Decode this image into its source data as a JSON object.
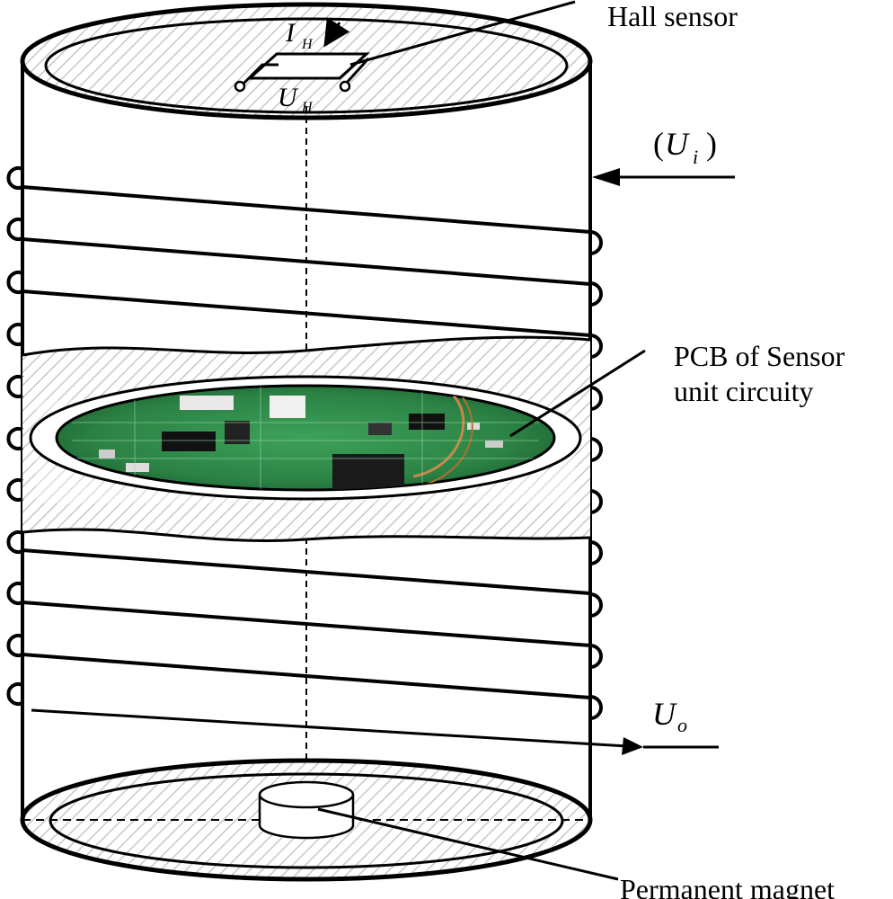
{
  "labels": {
    "hall_sensor": "Hall sensor",
    "pcb_line1": "PCB of Sensor",
    "pcb_line2": "unit circuity",
    "permanent_magnet": "Permanent magnet"
  },
  "symbols": {
    "input_voltage_open": "(",
    "input_voltage_var": "U",
    "input_voltage_sub": "i",
    "input_voltage_close": ")",
    "output_voltage_var": "U",
    "output_voltage_sub": "o",
    "hall_current_var": "I",
    "hall_current_sub": "H",
    "hall_voltage_var": "U",
    "hall_voltage_sub": "H"
  },
  "colors": {
    "stroke": "#000000",
    "hatch": "#c8c8c8",
    "pcb_green": "#2f8a4a",
    "pcb_dark": "#1d5e30"
  }
}
